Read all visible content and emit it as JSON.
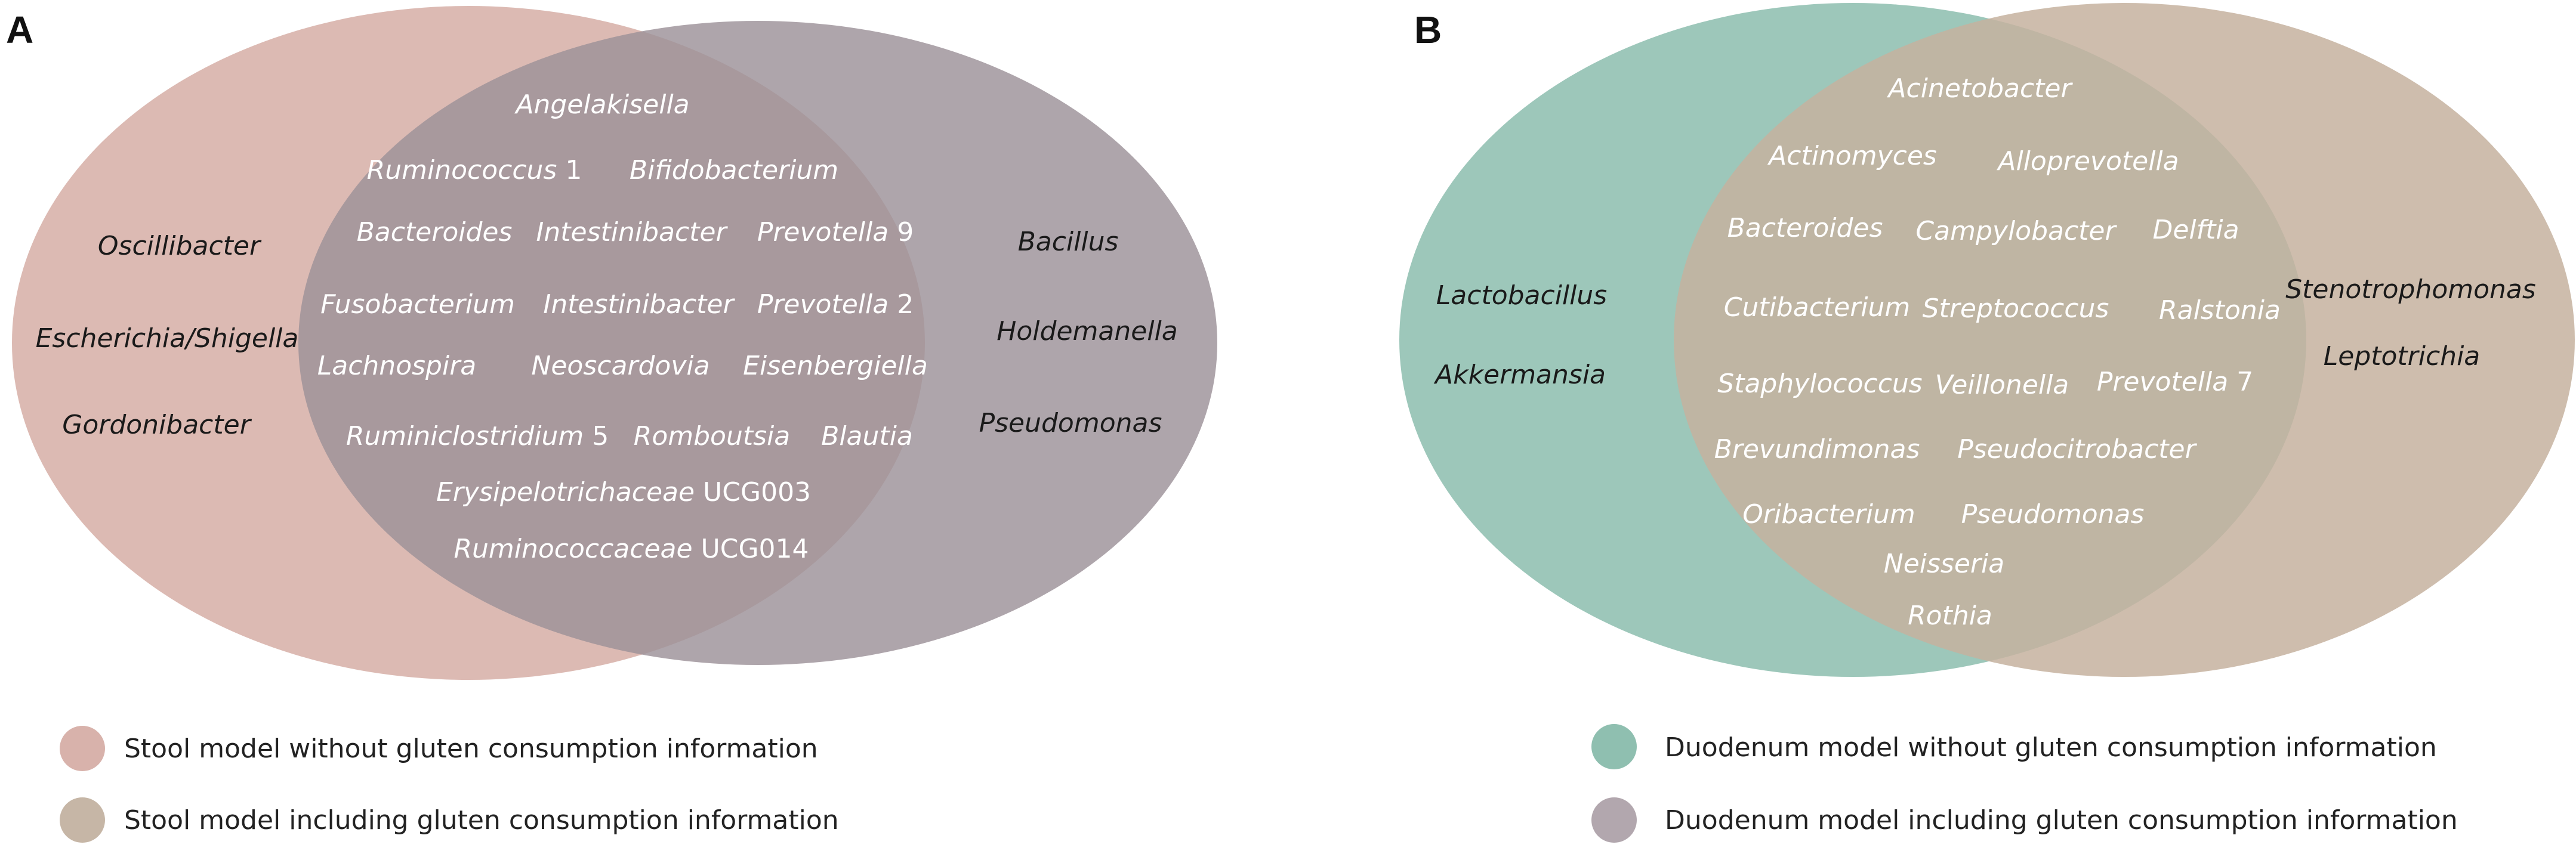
{
  "colors": {
    "panel_a_left": "#d8b2ab",
    "panel_a_right": "#9c9198",
    "panel_b_left": "#8fbfb0",
    "panel_b_right": "#c6b19f",
    "legend_a_1": "#d8b2ab",
    "legend_a_2": "#c6b6a6",
    "legend_b_1": "#8fbfb0",
    "legend_b_2": "#b2a7ae"
  },
  "panel_a": {
    "letter": "A",
    "left_only": [
      "Oscillibacter",
      "Escherichia/Shigella",
      "Gordonibacter"
    ],
    "right_only": [
      "Bacillus",
      "Holdemanella",
      "Pseudomonas"
    ],
    "shared": [
      {
        "name": "Angelakisella",
        "suffix": ""
      },
      {
        "name": "Ruminococcus",
        "suffix": " 1"
      },
      {
        "name": "Bifidobacterium",
        "suffix": ""
      },
      {
        "name": "Bacteroides",
        "suffix": ""
      },
      {
        "name": "Intestinibacter",
        "suffix": ""
      },
      {
        "name": "Prevotella",
        "suffix": " 9"
      },
      {
        "name": "Fusobacterium",
        "suffix": ""
      },
      {
        "name": "Intestinibacter",
        "suffix": ""
      },
      {
        "name": "Prevotella",
        "suffix": " 2"
      },
      {
        "name": "Lachnospira",
        "suffix": ""
      },
      {
        "name": "Neoscardovia",
        "suffix": ""
      },
      {
        "name": "Eisenbergiella",
        "suffix": ""
      },
      {
        "name": "Ruminiclostridium",
        "suffix": " 5"
      },
      {
        "name": "Romboutsia",
        "suffix": ""
      },
      {
        "name": "Blautia",
        "suffix": ""
      },
      {
        "name": "Erysipelotrichaceae",
        "suffix": " UCG003"
      },
      {
        "name": "Ruminococcaceae",
        "suffix": " UCG014"
      }
    ],
    "legend": [
      "Stool model without gluten consumption information",
      "Stool model including gluten consumption information"
    ]
  },
  "panel_b": {
    "letter": "B",
    "left_only": [
      "Lactobacillus",
      "Akkermansia"
    ],
    "right_only": [
      "Stenotrophomonas",
      "Leptotrichia"
    ],
    "shared": [
      {
        "name": "Acinetobacter",
        "suffix": ""
      },
      {
        "name": "Actinomyces",
        "suffix": ""
      },
      {
        "name": "Alloprevotella",
        "suffix": ""
      },
      {
        "name": "Bacteroides",
        "suffix": ""
      },
      {
        "name": "Campylobacter",
        "suffix": ""
      },
      {
        "name": "Delftia",
        "suffix": ""
      },
      {
        "name": "Cutibacterium",
        "suffix": ""
      },
      {
        "name": "Streptococcus",
        "suffix": ""
      },
      {
        "name": "Ralstonia",
        "suffix": ""
      },
      {
        "name": "Staphylococcus",
        "suffix": ""
      },
      {
        "name": "Veillonella",
        "suffix": ""
      },
      {
        "name": "Prevotella",
        "suffix": " 7"
      },
      {
        "name": "Brevundimonas",
        "suffix": ""
      },
      {
        "name": "Pseudocitrobacter",
        "suffix": ""
      },
      {
        "name": "Oribacterium",
        "suffix": ""
      },
      {
        "name": "Pseudomonas",
        "suffix": ""
      },
      {
        "name": "Neisseria",
        "suffix": ""
      },
      {
        "name": "Rothia",
        "suffix": ""
      }
    ],
    "legend": [
      "Duodenum model without gluten consumption information",
      "Duodenum model including gluten consumption information"
    ]
  }
}
